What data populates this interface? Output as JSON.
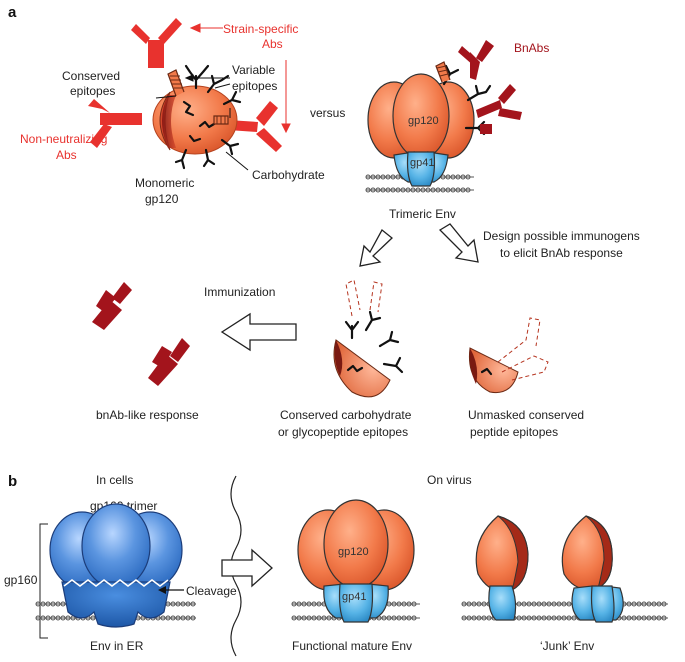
{
  "panel_a": {
    "label": "a",
    "strain_specific": [
      "Strain-specific",
      "Abs"
    ],
    "conserved_epitopes": [
      "Conserved",
      "epitopes"
    ],
    "variable_epitopes": [
      "Variable",
      "epitopes"
    ],
    "non_neutralizing": [
      "Non-neutralizing",
      "Abs"
    ],
    "carbohydrate": "Carbohydrate",
    "monomeric": [
      "Monomeric",
      "gp120"
    ],
    "versus": "versus",
    "bnabs": "BnAbs",
    "gp120": "gp120",
    "gp41": "gp41",
    "trimeric_env": "Trimeric Env",
    "design": [
      "Design possible immunogens",
      "to elicit BnAb response"
    ],
    "immunization": "Immunization",
    "bnab_like": "bnAb-like response",
    "conserved_carb": [
      "Conserved carbohydrate",
      "or glycopeptide epitopes"
    ],
    "unmasked": [
      "Unmasked conserved",
      "peptide epitopes"
    ]
  },
  "panel_b": {
    "label": "b",
    "in_cells": "In cells",
    "gp160_trimer": "gp160 trimer",
    "gp160": "gp160",
    "cleavage": "Cleavage",
    "env_in_er": "Env in ER",
    "on_virus": "On virus",
    "gp120": "gp120",
    "gp41": "gp41",
    "functional": "Functional mature Env",
    "junk": "‘Junk’ Env"
  },
  "colors": {
    "red_ab": "#e8322e",
    "dark_red_ab": "#a3141c",
    "gp120_orange": "#f27a4a",
    "gp41_blue": "#56b3e6",
    "gp160_blue": "#3b7fd4"
  }
}
